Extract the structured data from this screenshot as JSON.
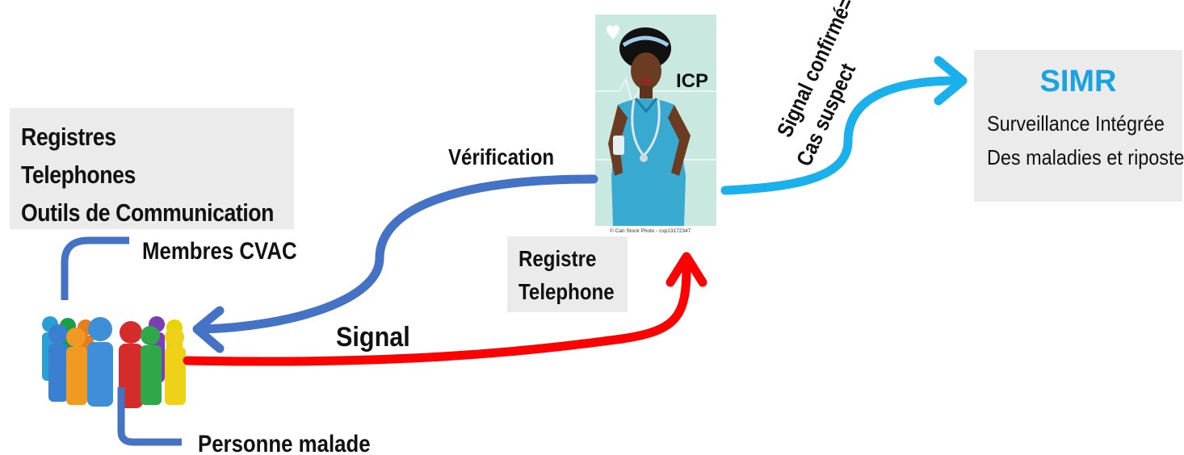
{
  "tools_box": {
    "lines": [
      "Registres",
      "Telephones",
      "Outils de Communication"
    ]
  },
  "labels": {
    "membres": "Membres CVAC",
    "personne": "Personne malade",
    "verification": "Vérification",
    "signal": "Signal",
    "icp": "ICP",
    "signal_confirme_line1": "Signal confirmé=",
    "signal_confirme_line2": "Cas suspect",
    "watermark": "© Can Stock Photo - csp13172347"
  },
  "registre_box": {
    "lines": [
      "Registre",
      "Telephone"
    ]
  },
  "simr": {
    "title": "SIMR",
    "line1": "Surveillance Intégrée",
    "line2": "Des maladies et riposte"
  },
  "colors": {
    "verification_arrow": "#4472c4",
    "signal_arrow": "#ff0000",
    "simr_arrow": "#1ab0ec",
    "simr_title": "#1aa3e0",
    "box_fill": "#ebebeb"
  },
  "icons": {
    "nurse": "nurse-illustration",
    "people": "community-group-illustration"
  }
}
